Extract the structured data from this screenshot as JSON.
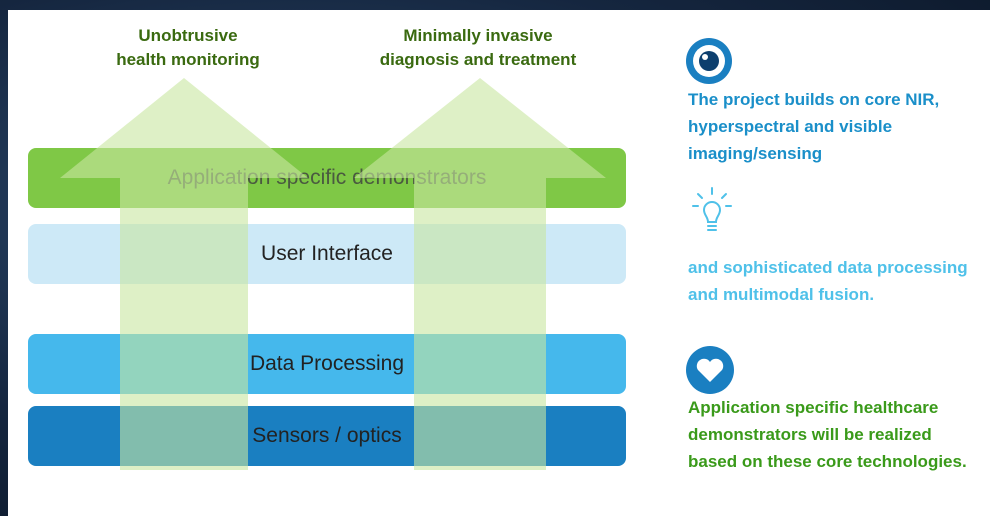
{
  "diagram": {
    "arrow_left_label": "Unobtrusive\nhealth monitoring",
    "arrow_right_label": "Minimally invasive\ndiagnosis and treatment",
    "layers": [
      {
        "label": "Application specific demonstrators",
        "color": "#7fc846"
      },
      {
        "label": "User Interface",
        "color": "#cde9f7"
      },
      {
        "label": "Data Processing",
        "color": "#45b8ec"
      },
      {
        "label": "Sensors / optics",
        "color": "#1a7fc1"
      }
    ]
  },
  "side": {
    "block1": "The project builds on core NIR, hyperspectral and visible imaging/sensing",
    "block2": "and sophisticated data processing and multimodal fusion.",
    "block3": "Application specific healthcare demonstrators will be realized based on these core technologies.",
    "colors": {
      "blue": "#1a8fc9",
      "light_blue": "#4fc1e9",
      "green": "#3a9a1a"
    }
  },
  "icons": [
    "eye-icon",
    "lightbulb-icon",
    "heart-icon"
  ]
}
